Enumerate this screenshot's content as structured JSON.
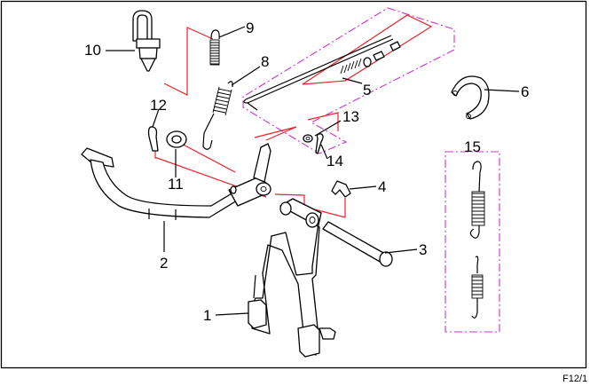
{
  "figure_code": "F12/1",
  "callouts": [
    {
      "id": "1",
      "label": "1"
    },
    {
      "id": "2",
      "label": "2"
    },
    {
      "id": "3",
      "label": "3"
    },
    {
      "id": "4",
      "label": "4"
    },
    {
      "id": "5",
      "label": "5"
    },
    {
      "id": "6",
      "label": "6"
    },
    {
      "id": "8",
      "label": "8"
    },
    {
      "id": "9",
      "label": "9"
    },
    {
      "id": "10",
      "label": "10"
    },
    {
      "id": "11",
      "label": "11"
    },
    {
      "id": "12",
      "label": "12"
    },
    {
      "id": "13",
      "label": "13"
    },
    {
      "id": "14",
      "label": "14"
    },
    {
      "id": "15",
      "label": "15"
    }
  ],
  "colors": {
    "outline": "#000000",
    "assembly_line": "#e8232c",
    "group_box": "#cc33cc",
    "background": "#ffffff"
  }
}
